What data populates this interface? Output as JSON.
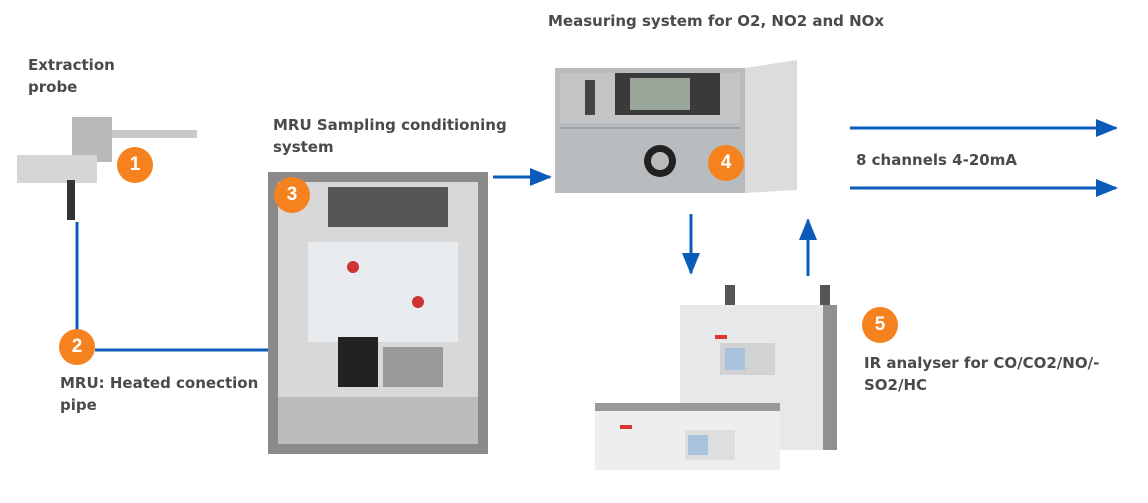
{
  "colors": {
    "accent": "#0a5cb8",
    "badge": "#f5821f"
  },
  "components": [
    {
      "number": "1",
      "label_line1": "Extraction",
      "label_line2": "probe"
    },
    {
      "number": "2",
      "label_line1": "MRU: Heated conection",
      "label_line2": "pipe"
    },
    {
      "number": "3",
      "label_line1": "MRU Sampling conditioning",
      "label_line2": "system"
    },
    {
      "number": "4",
      "label_line1": "Measuring system for O2, NO2 and NOx"
    },
    {
      "number": "5",
      "label_line1": "IR analyser for CO/CO2/NO/-",
      "label_line2": "SO2/HC"
    }
  ],
  "output_label": "8 channels 4-20mA"
}
